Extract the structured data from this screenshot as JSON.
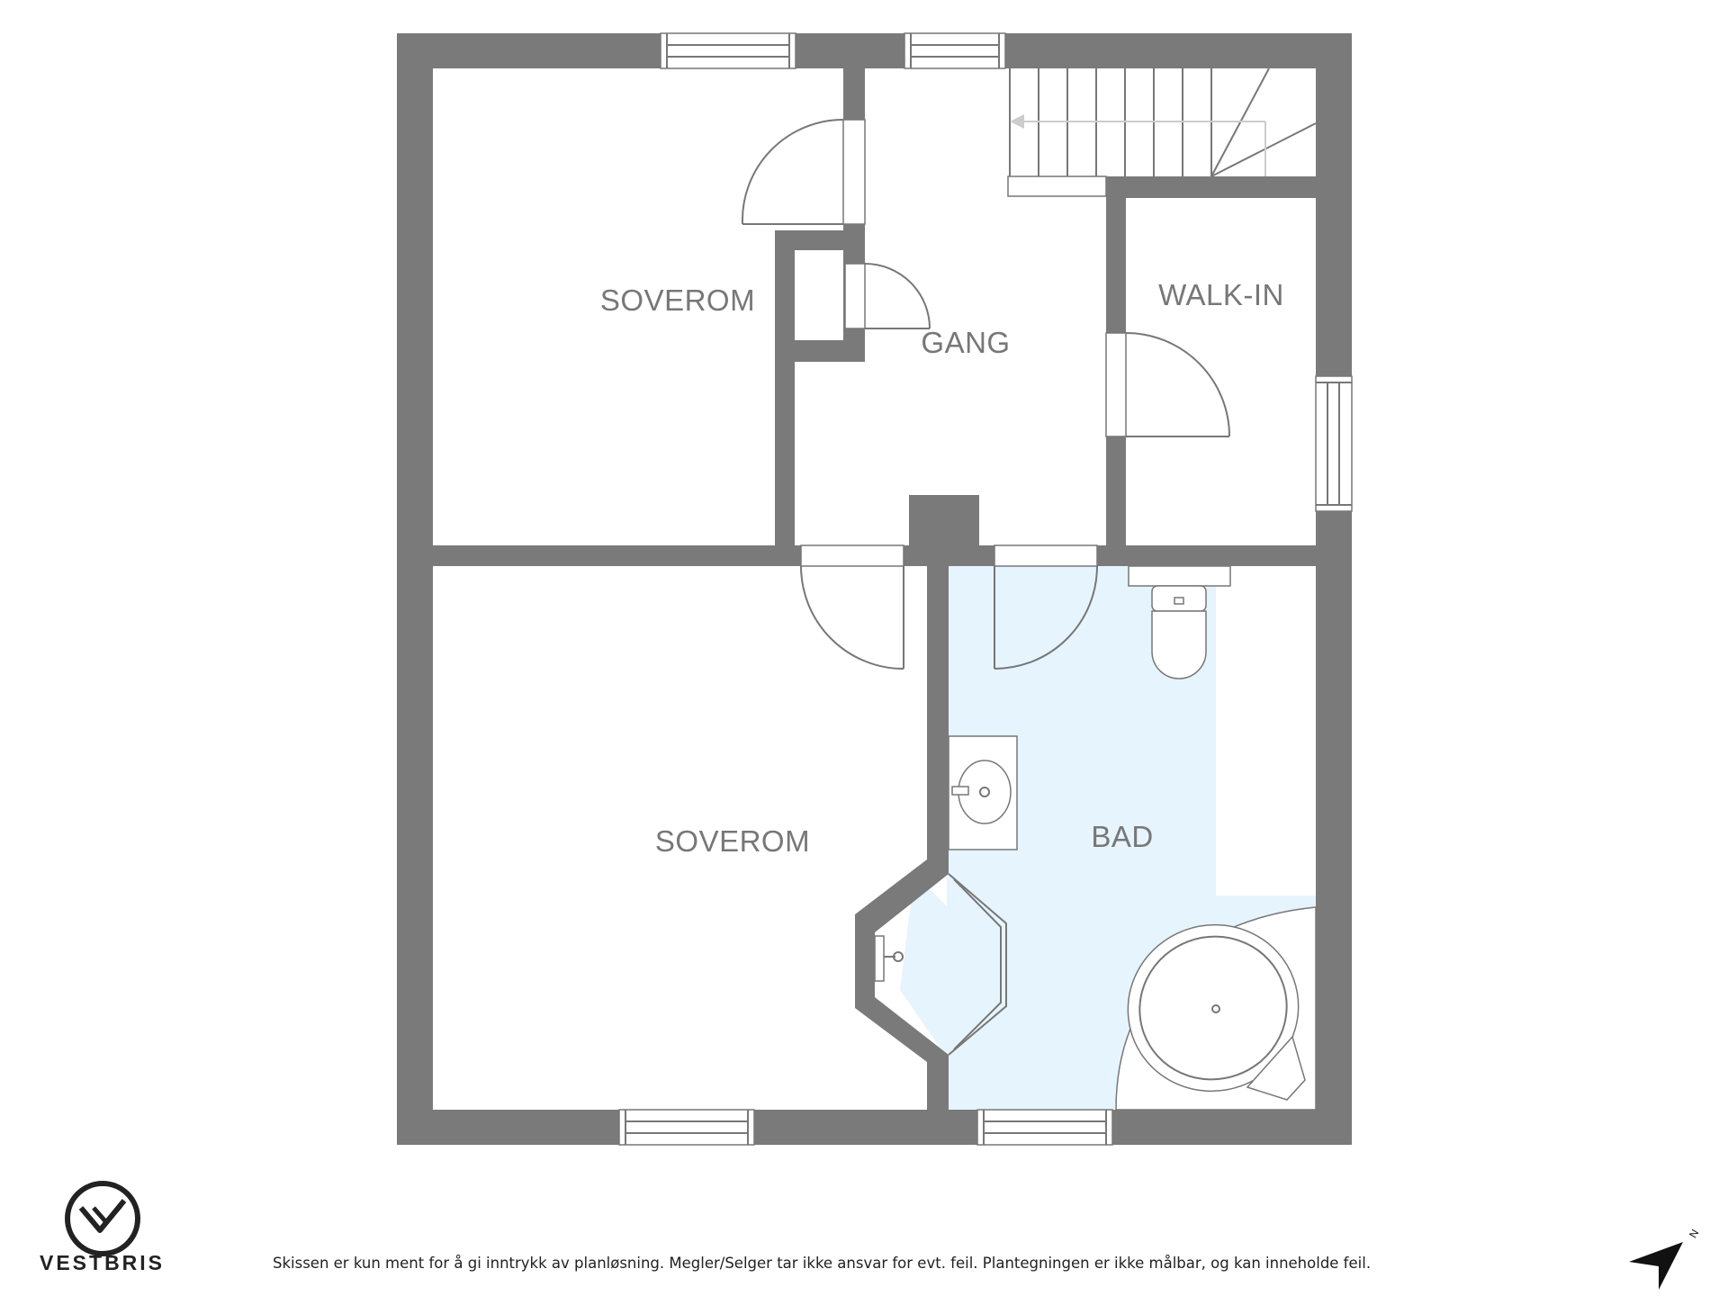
{
  "rooms": {
    "soverom_top": "SOVEROM",
    "gang": "GANG",
    "walk_in": "WALK-IN",
    "soverom_bottom": "SOVEROM",
    "bad": "BAD"
  },
  "brand": {
    "name": "VESTBRIS"
  },
  "disclaimer": "Skissen er kun ment for å gi inntrykk av planløsning. Megler/Selger tar ikke ansvar for evt. feil. Plantegningen er ikke målbar, og kan inneholde feil.",
  "compass": {
    "label": "N"
  },
  "colors": {
    "wall": "#7a7a7a",
    "bathroom_fill": "#e6f4fd",
    "label": "#777777"
  }
}
